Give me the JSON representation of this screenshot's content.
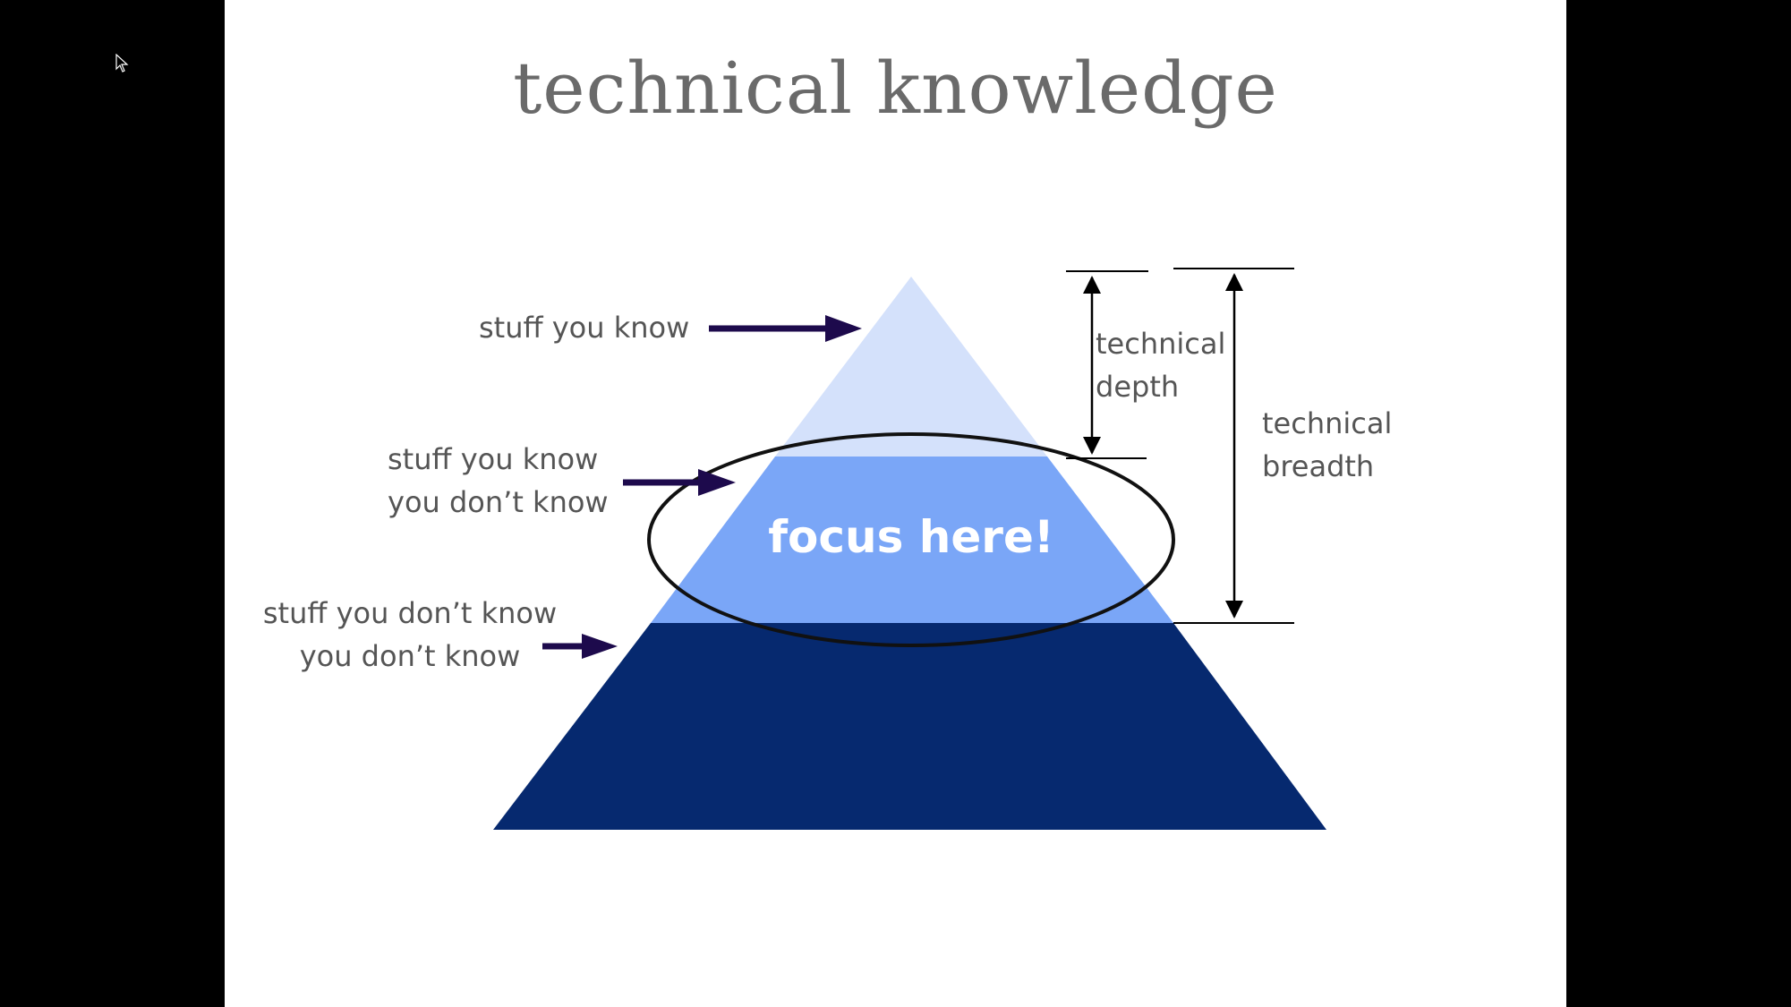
{
  "title": "technical knowledge",
  "labels": {
    "known": "stuff you know",
    "known_unknowns_1": "stuff you know",
    "known_unknowns_2": "you don’t know",
    "unknown_unknowns_1": "stuff you don’t know",
    "unknown_unknowns_2": "you don’t know",
    "focus": "focus here!",
    "depth_1": "technical",
    "depth_2": "depth",
    "breadth_1": "technical",
    "breadth_2": "breadth"
  },
  "colors": {
    "tier_top": "#d4e1fb",
    "tier_middle": "#7aa6f7",
    "tier_bottom": "#06296f",
    "arrow": "#1d0a4c",
    "title": "#6a6a6a",
    "label": "#555555"
  },
  "icons": [
    "mouse-cursor-icon"
  ]
}
